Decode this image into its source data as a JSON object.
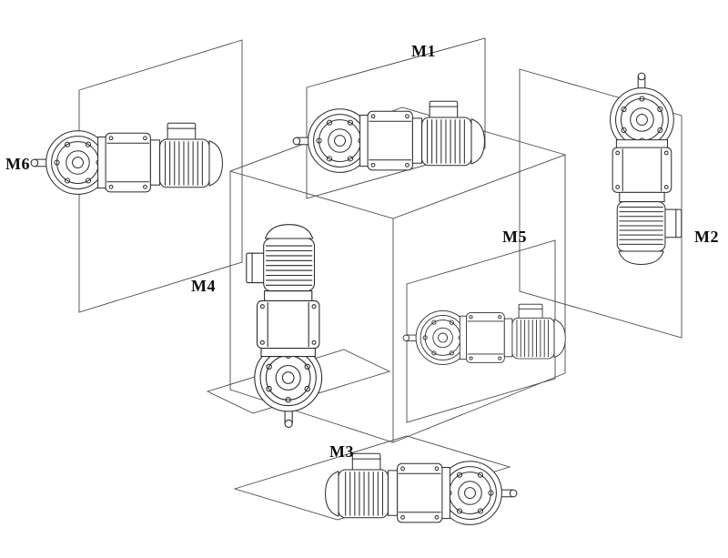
{
  "page": {
    "background_color": "#ffffff",
    "line_color": "#2b2b2b",
    "construction_line_color": "#4a4a4a"
  },
  "diagram": {
    "labels": [
      "M1",
      "M2",
      "M3",
      "M4",
      "M5",
      "M6"
    ]
  }
}
